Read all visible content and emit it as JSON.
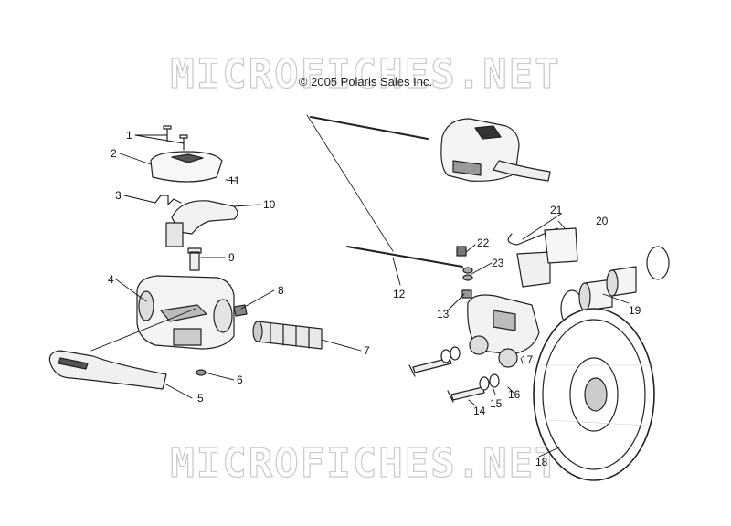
{
  "watermark_top": "MICROFICHES.NET",
  "watermark_bottom": "MICROFICHES.NET",
  "copyright": "© 2005 Polaris Sales Inc.",
  "callouts": {
    "c1": "1",
    "c2": "2",
    "c3": "3",
    "c4": "4",
    "c5": "5",
    "c6": "6",
    "c7": "7",
    "c8": "8",
    "c9": "9",
    "c10": "10",
    "c11": "11",
    "c12": "12",
    "c13": "13",
    "c14": "14",
    "c15": "15",
    "c16": "16",
    "c17": "17",
    "c18": "18",
    "c19": "19",
    "c20": "20",
    "c21": "21",
    "c22": "22",
    "c23": "23"
  }
}
